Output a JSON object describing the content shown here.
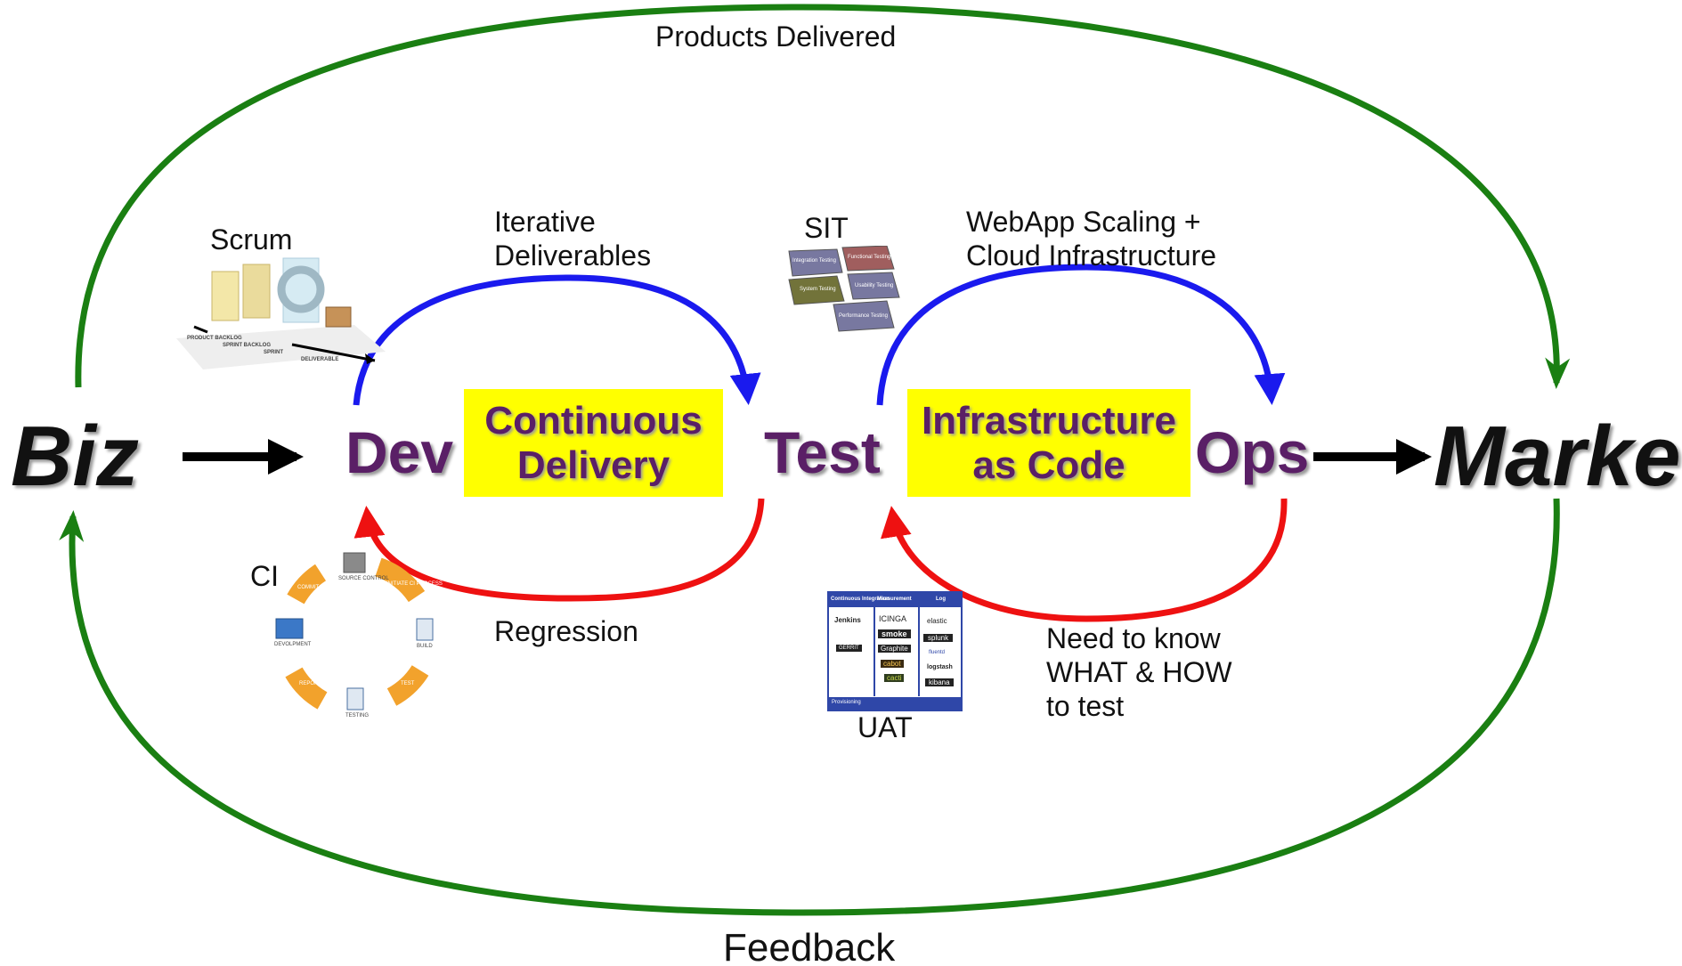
{
  "title_top": "Products Delivered",
  "title_bottom": "Feedback",
  "nodes": {
    "biz": "Biz",
    "dev": "Dev",
    "test": "Test",
    "ops": "Ops",
    "market": "Market"
  },
  "boxes": {
    "continuous_delivery": "Continuous\nDelivery",
    "infrastructure_as_code": "Infrastructure\nas Code"
  },
  "labels": {
    "scrum": "Scrum",
    "iterative": [
      "Iterative",
      "Deliverables"
    ],
    "sit": "SIT",
    "webapp": [
      "WebApp Scaling +",
      "Cloud Infrastructure"
    ],
    "ci": "CI",
    "regression": "Regression",
    "uat": "UAT",
    "need": [
      "Need to know",
      "WHAT & HOW",
      "to test"
    ]
  },
  "scrum_image": {
    "labels": [
      "PRODUCT BACKLOG",
      "SPRINT BACKLOG",
      "SPRINT",
      "DELIVERABLE"
    ]
  },
  "sit_image": {
    "tiles": [
      "Integration Testing",
      "Functional Testing",
      "System Testing",
      "Usability Testing",
      "Performance Testing"
    ]
  },
  "ci_image": {
    "steps": [
      "COMMIT",
      "SOURCE CONTROL",
      "INITIATE CI PROCESS",
      "BUILD",
      "TEST",
      "TESTING",
      "REPORT",
      "DEVOLPMENT"
    ]
  },
  "uat_image": {
    "headers": [
      "Continuous Integration",
      "Measurement",
      "Log"
    ],
    "col1": [
      "Jenkins",
      "GERRIT"
    ],
    "col2": [
      "ICINGA",
      "smoke",
      "Graphite",
      "cabot",
      "cacti"
    ],
    "col3": [
      "elastic",
      "splunk",
      "fluentd",
      "logstash",
      "kibana"
    ],
    "footer": "Provisioning"
  },
  "colors": {
    "green": "#1a7f12",
    "blue": "#1a1aee",
    "red": "#ee1111",
    "yellow": "#ffff00",
    "purple": "#5a1f66",
    "orange": "#f2a22c"
  }
}
